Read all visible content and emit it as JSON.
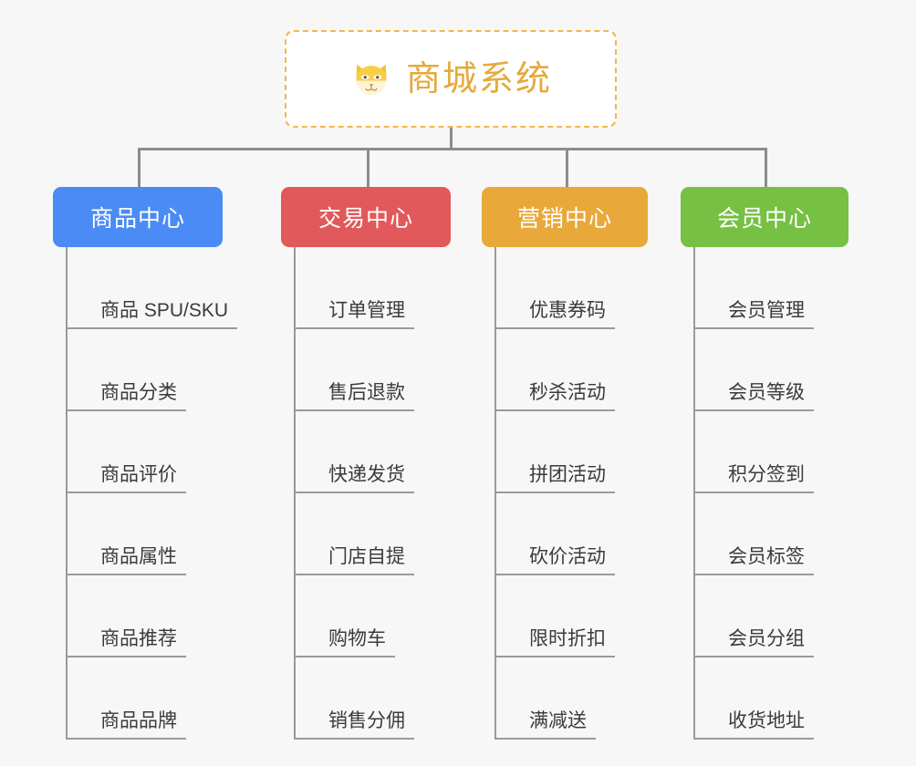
{
  "root": {
    "title": "商城系统",
    "icon": "shiba-inu-dog-icon",
    "border_color": "#f3b64b",
    "text_color": "#e5a93c",
    "background": "#ffffff"
  },
  "canvas": {
    "background": "#f7f7f7",
    "connector_color": "#8c8c8c"
  },
  "branches": [
    {
      "label": "商品中心",
      "color": "#4a8bf5",
      "items": [
        "商品 SPU/SKU",
        "商品分类",
        "商品评价",
        "商品属性",
        "商品推荐",
        "商品品牌"
      ]
    },
    {
      "label": "交易中心",
      "color": "#e2595b",
      "items": [
        "订单管理",
        "售后退款",
        "快递发货",
        "门店自提",
        "购物车",
        "销售分佣"
      ]
    },
    {
      "label": "营销中心",
      "color": "#e8a93a",
      "items": [
        "优惠券码",
        "秒杀活动",
        "拼团活动",
        "砍价活动",
        "限时折扣",
        "满减送"
      ]
    },
    {
      "label": "会员中心",
      "color": "#76c043",
      "items": [
        "会员管理",
        "会员等级",
        "积分签到",
        "会员标签",
        "会员分组",
        "收货地址"
      ]
    }
  ]
}
